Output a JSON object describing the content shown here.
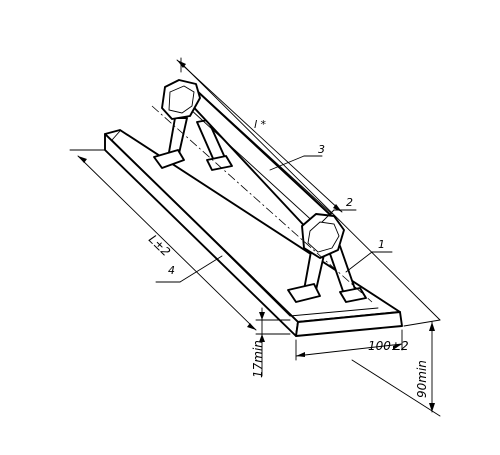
{
  "dimensions": {
    "bar_length": "l *",
    "plate_length": "L±2",
    "plate_width": "100±2",
    "plate_thickness": "17min",
    "overall_height": "90min"
  },
  "callouts": {
    "part_1": "1",
    "part_2": "2",
    "part_3": "3",
    "part_4": "4"
  }
}
